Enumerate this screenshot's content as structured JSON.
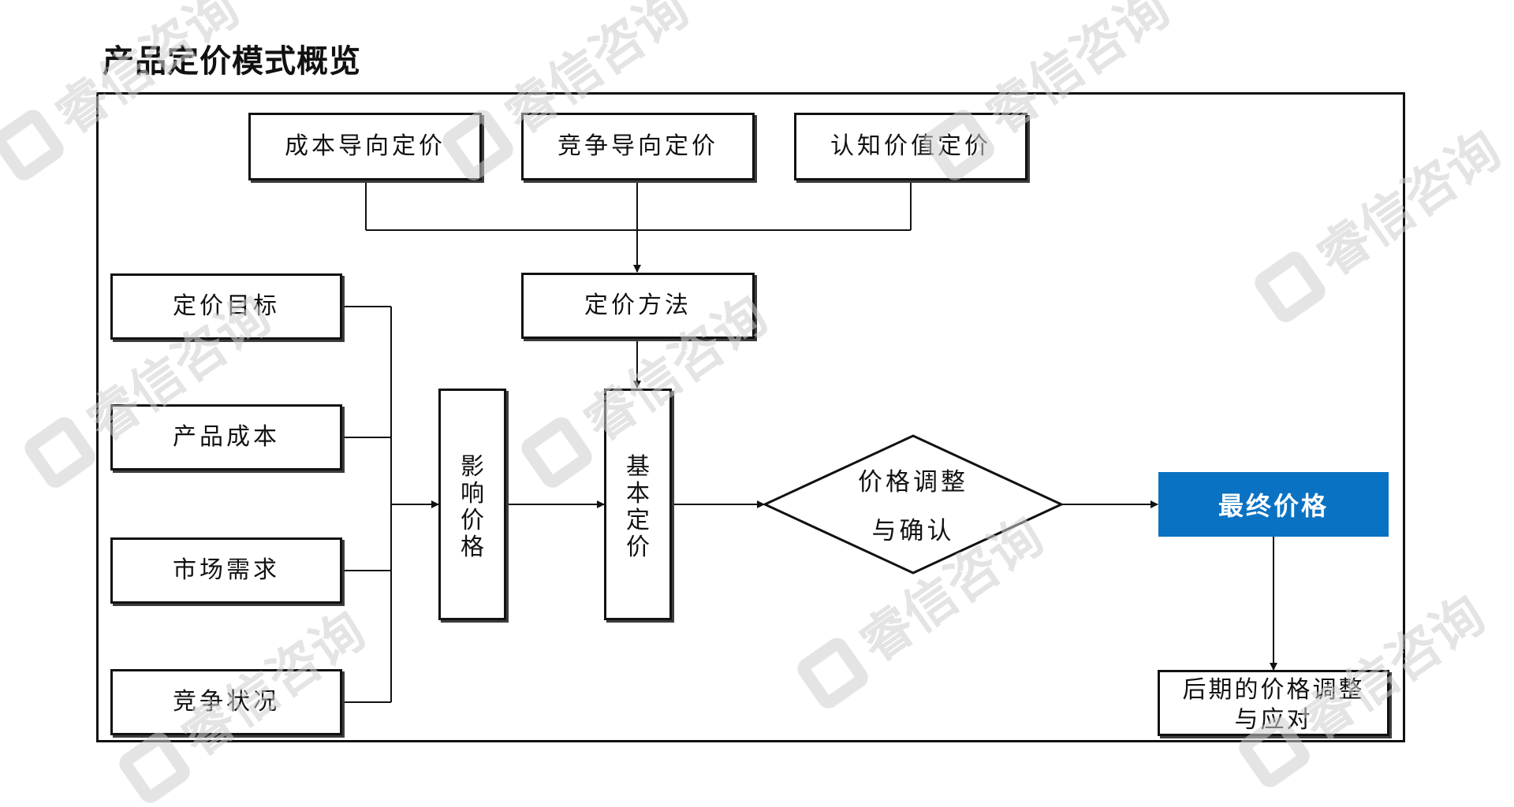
{
  "title": "产品定价模式概览",
  "pricing_methods": [
    "成本导向定价",
    "竞争导向定价",
    "认知价值定价"
  ],
  "method_node": "定价方法",
  "factors": [
    "定价目标",
    "产品成本",
    "市场需求",
    "竞争状况"
  ],
  "influence_node": "影响价格",
  "base_price_node": "基本定价",
  "adjust_node": {
    "line1": "价格调整",
    "line2": "与确认"
  },
  "final_node": "最终价格",
  "later_node": {
    "line1": "后期的价格调整",
    "line2": "与应对"
  },
  "watermark": "睿信咨询",
  "colors": {
    "final_fill": "#0a72c2",
    "line": "#111111",
    "watermark": "#cfcfcf"
  }
}
